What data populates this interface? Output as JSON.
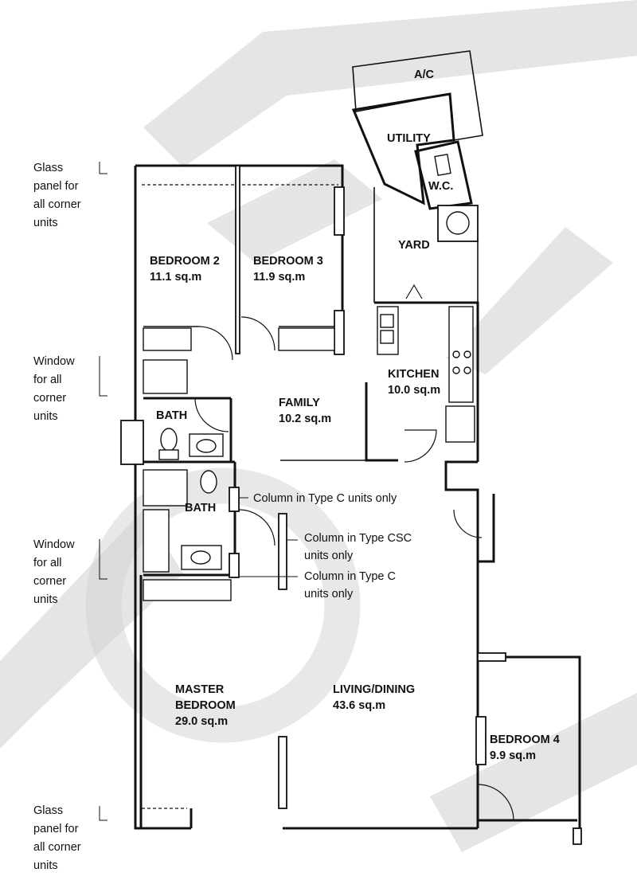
{
  "rooms": {
    "ac": "A/C",
    "utility": "UTILITY",
    "wc": "W.C.",
    "yard": "YARD",
    "bedroom2_name": "BEDROOM 2",
    "bedroom2_area": "11.1 sq.m",
    "bedroom3_name": "BEDROOM 3",
    "bedroom3_area": "11.9 sq.m",
    "kitchen_name": "KITCHEN",
    "kitchen_area": "10.0 sq.m",
    "family_name": "FAMILY",
    "family_area": "10.2 sq.m",
    "bath1": "BATH",
    "bath2": "BATH",
    "master_name_1": "MASTER",
    "master_name_2": "BEDROOM",
    "master_area": "29.0 sq.m",
    "living_name": "LIVING/DINING",
    "living_area": "43.6 sq.m",
    "bedroom4_name": "BEDROOM 4",
    "bedroom4_area": "9.9 sq.m"
  },
  "side_notes": {
    "glass_top": [
      "Glass",
      "panel for",
      "all corner",
      "units"
    ],
    "window_upper": [
      "Window",
      "for all",
      "corner",
      "units"
    ],
    "window_lower": [
      "Window",
      "for all",
      "corner",
      "units"
    ],
    "glass_bottom": [
      "Glass",
      "panel for",
      "all corner",
      "units"
    ]
  },
  "callouts": {
    "column_c_1": "Column in Type C units only",
    "column_csc_1": "Column in Type CSC",
    "column_csc_2": "units only",
    "column_c2_1": "Column in Type C",
    "column_c2_2": "units only"
  }
}
